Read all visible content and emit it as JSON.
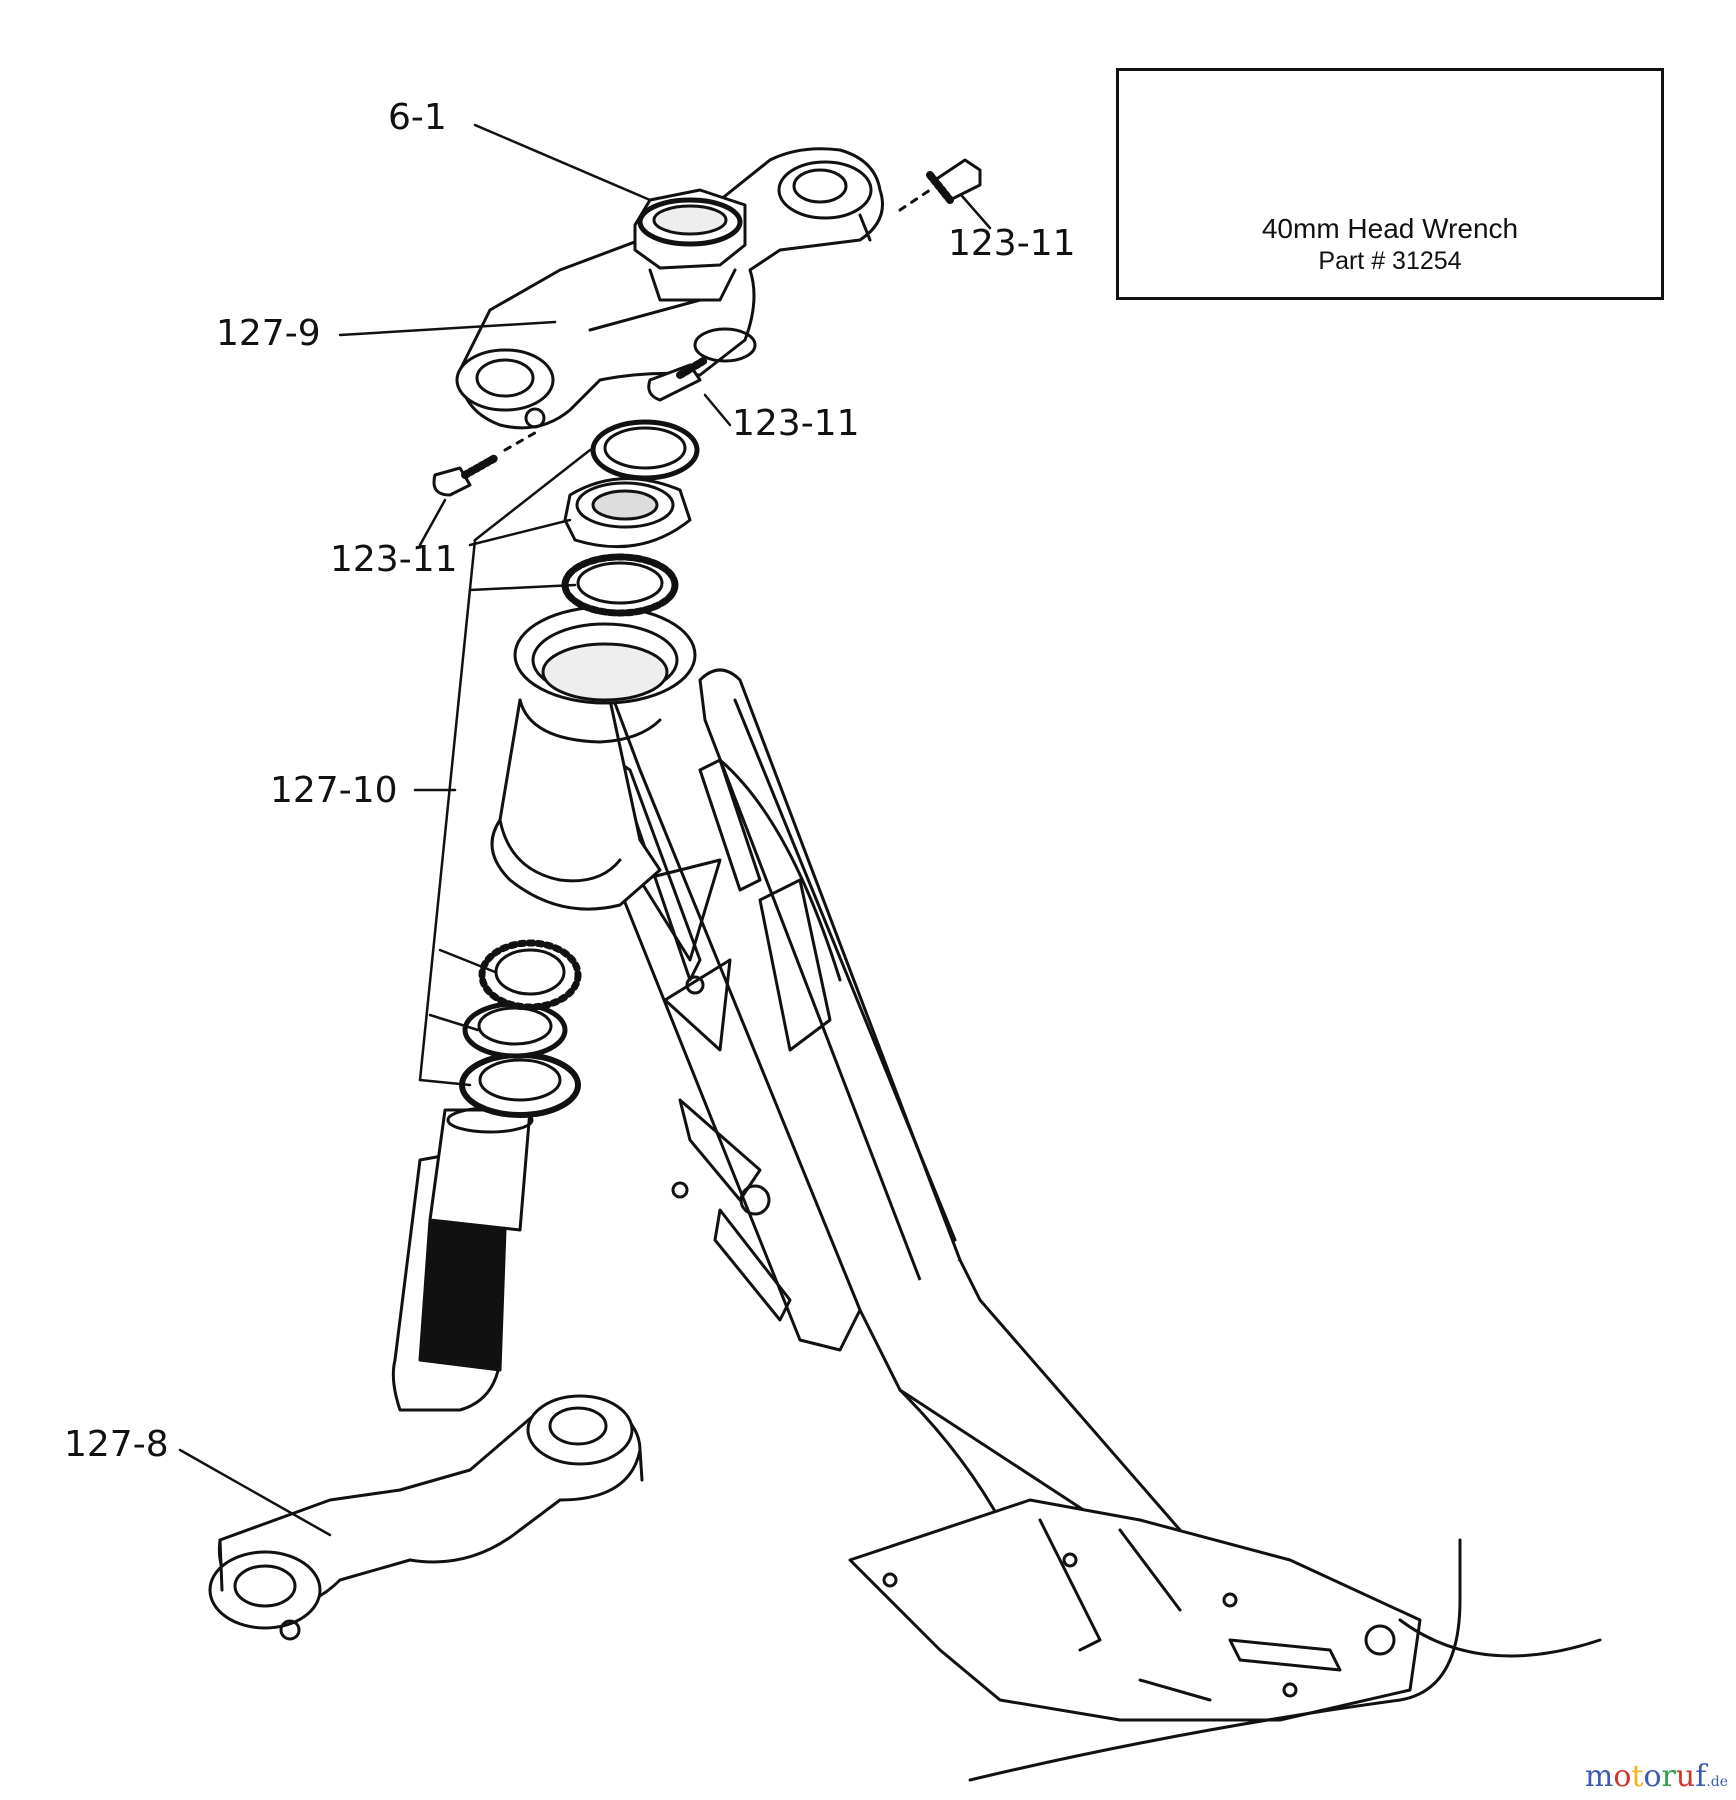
{
  "callouts": [
    {
      "id": "6-1",
      "text": "6-1"
    },
    {
      "id": "123-11-a",
      "text": "123-11"
    },
    {
      "id": "127-9",
      "text": "127-9"
    },
    {
      "id": "123-11-b",
      "text": "123-11"
    },
    {
      "id": "123-11-c",
      "text": "123-11"
    },
    {
      "id": "127-10",
      "text": "127-10"
    },
    {
      "id": "127-8",
      "text": "127-8"
    }
  ],
  "tool": {
    "name": "40mm Head Wrench",
    "part": "Part # 31254"
  },
  "watermark": {
    "letters": [
      "m",
      "o",
      "t",
      "o",
      "r",
      "u",
      "f"
    ],
    "suffix": ".de",
    "colors": [
      "#3d5bb0",
      "#d0342c",
      "#f0b41c",
      "#3d5bb0",
      "#2e9e4a",
      "#d0342c",
      "#3d5bb0"
    ]
  }
}
